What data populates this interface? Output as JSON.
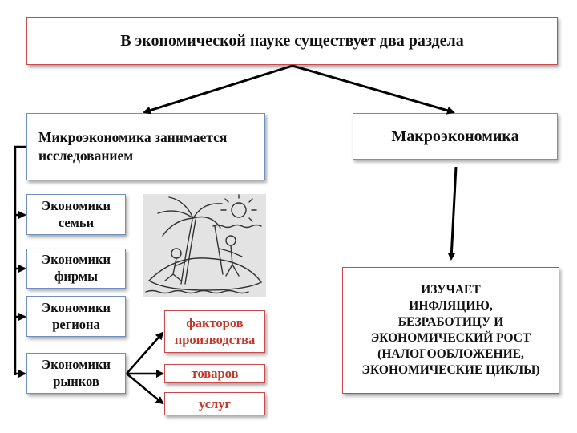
{
  "title": "В экономической науке существует два раздела",
  "micro": {
    "label": "Микроэкономика занимается исследованием"
  },
  "macro": {
    "label": "Макроэкономика"
  },
  "micro_items": [
    {
      "label": "Экономики семьи"
    },
    {
      "label": "Экономики фирмы"
    },
    {
      "label": "Экономики региона"
    },
    {
      "label": "Экономики рынков"
    }
  ],
  "market_items": [
    {
      "label": "факторов производства"
    },
    {
      "label": "товаров"
    },
    {
      "label": "услуг"
    }
  ],
  "macro_studies": {
    "lines": [
      "ИЗУЧАЕТ",
      "ИНФЛЯЦИЮ,",
      "БЕЗРАБОТИЦУ И",
      "ЭКОНОМИЧЕСКИЙ РОСТ",
      "(НАЛОГООБЛОЖЕНИЕ,",
      "ЭКОНОМИЧЕСКИЕ ЦИКЛЫ)"
    ]
  },
  "colors": {
    "red_border": "#c84a4a",
    "blue_border": "#6f8fc2",
    "red_text": "#c0392b"
  },
  "illustration": {
    "icon": "desert-island-illustration-icon"
  }
}
